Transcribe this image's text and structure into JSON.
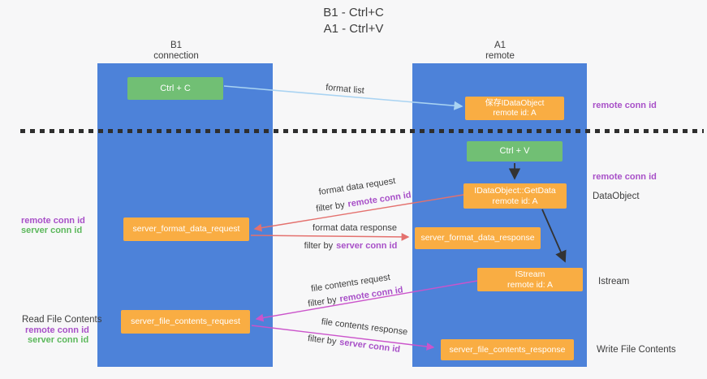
{
  "title": {
    "line1": "B1 - Ctrl+C",
    "line2": "A1 - Ctrl+V"
  },
  "lanes": {
    "left": {
      "title": "B1",
      "subtitle": "connection"
    },
    "right": {
      "title": "A1",
      "subtitle": "remote"
    }
  },
  "boxes": {
    "ctrl_c": {
      "label": "Ctrl + C"
    },
    "save_idataobject": {
      "line1": "保存IDataObject",
      "line2": "remote id: A"
    },
    "ctrl_v": {
      "label": "Ctrl + V"
    },
    "getdata": {
      "line1": "IDataObject::GetData",
      "line2": "remote id: A"
    },
    "format_request": {
      "label": "server_format_data_request"
    },
    "format_response": {
      "label": "server_format_data_response"
    },
    "istream": {
      "line1": "IStream",
      "line2": "remote id: A"
    },
    "file_request": {
      "label": "server_file_contents_request"
    },
    "file_response": {
      "label": "server_file_contents_response"
    }
  },
  "arrow_labels": {
    "format_list": "format list",
    "format_data_request": "format data request",
    "format_data_response": "format data response",
    "file_contents_request": "file contents request",
    "file_contents_response": "file contents response",
    "filter_by": "filter by",
    "remote_conn_id": "remote conn id",
    "server_conn_id": "server conn id"
  },
  "side_labels": {
    "remote_conn_id": "remote conn id",
    "server_conn_id": "server conn id",
    "dataobject": "DataObject",
    "istream": "Istream",
    "read_file_contents": "Read File Contents",
    "write_file_contents": "Write File Contents"
  },
  "colors": {
    "bg": "#f7f7f8",
    "lane": "#4d82d9",
    "green": "#71bf74",
    "orange": "#f9ad43",
    "purple": "#a850c8",
    "ctext-green": "#5cb85c",
    "dark": "#3d3d3d",
    "dash": "#2e2e2e",
    "arrow-blue": "#a9d3f2",
    "arrow-red": "#e4716e",
    "arrow-magenta": "#cb54cb",
    "arrow-black": "#333333"
  }
}
